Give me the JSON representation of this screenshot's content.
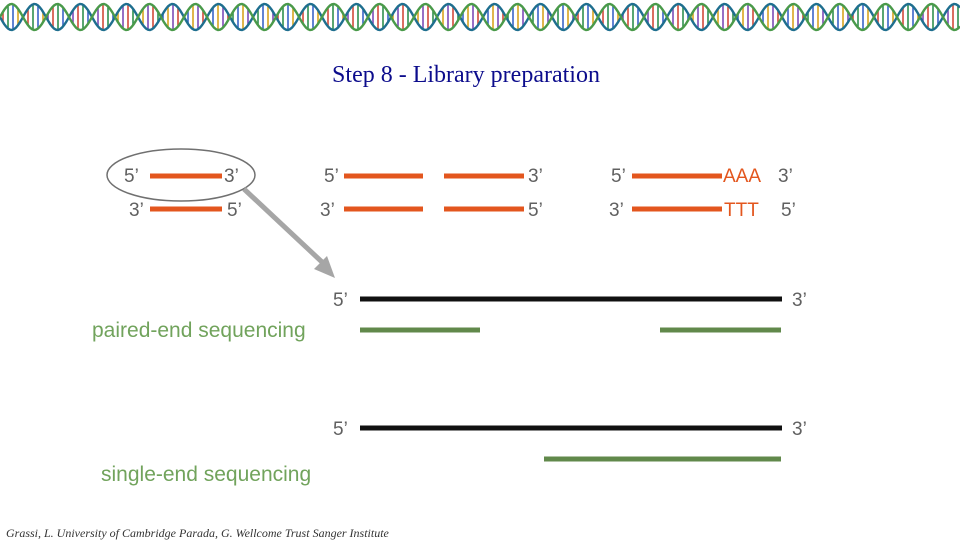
{
  "slide": {
    "title": "Step 8 - Library preparation",
    "credit": "Grassi, L. University of Cambridge Parada, G. Wellcome Trust Sanger Institute"
  },
  "fragments": {
    "left": {
      "top_5": "5’",
      "top_3": "3’",
      "bottom_3": "3’",
      "bottom_5": "5’"
    },
    "middle": {
      "top_5": "5’",
      "top_3": "3’",
      "bottom_3": "3’",
      "bottom_5": "5’"
    },
    "right": {
      "top_5": "5’",
      "top_seq": "AAA",
      "top_3": "3’",
      "bottom_3": "3’",
      "bottom_seq": "TTT",
      "bottom_5": "5’"
    }
  },
  "paired_end": {
    "label": "paired-end sequencing",
    "end_5": "5’",
    "end_3": "3’"
  },
  "single_end": {
    "label": "single-end sequencing",
    "end_5": "5’",
    "end_3": "3’"
  },
  "colors": {
    "title": "#0c0c8c",
    "fragment": "#e3561e",
    "read": "#61894b",
    "label_green": "#71a35c",
    "template": "#111111",
    "arrow": "#a6a6a6",
    "text": "#606060"
  }
}
